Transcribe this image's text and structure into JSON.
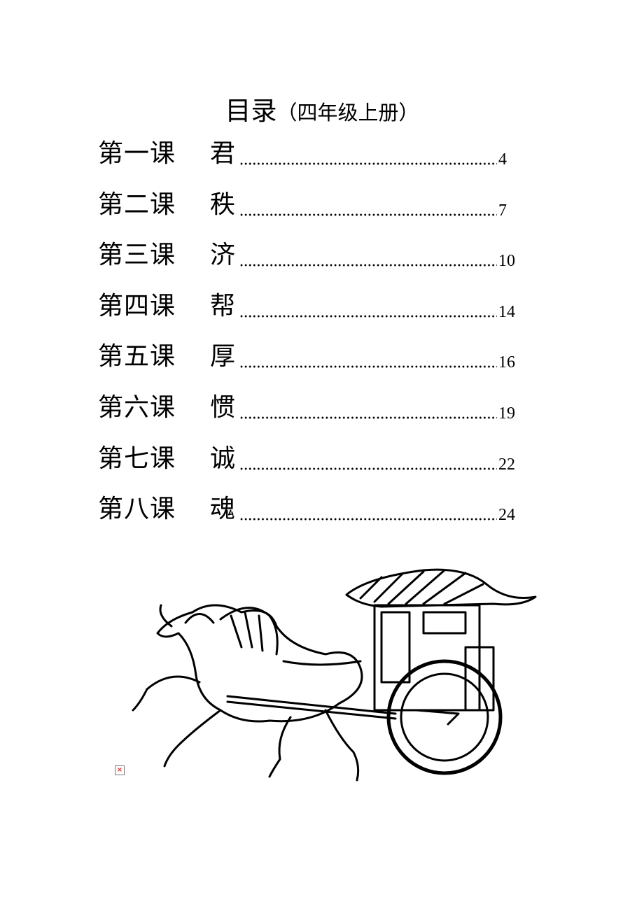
{
  "title": {
    "main": "目录",
    "sub": "（四年级上册）"
  },
  "toc": [
    {
      "lesson": "第一课",
      "char": "君",
      "page": "4"
    },
    {
      "lesson": "第二课",
      "char": "秩",
      "page": "7"
    },
    {
      "lesson": "第三课",
      "char": "济",
      "page": "10"
    },
    {
      "lesson": "第四课",
      "char": "帮",
      "page": "14"
    },
    {
      "lesson": "第五课",
      "char": "厚",
      "page": "16"
    },
    {
      "lesson": "第六课",
      "char": "惯",
      "page": "19"
    },
    {
      "lesson": "第七课",
      "char": "诚",
      "page": "22"
    },
    {
      "lesson": "第八课",
      "char": "魂",
      "page": "24"
    }
  ],
  "broken_image_icon": "broken-image-icon"
}
